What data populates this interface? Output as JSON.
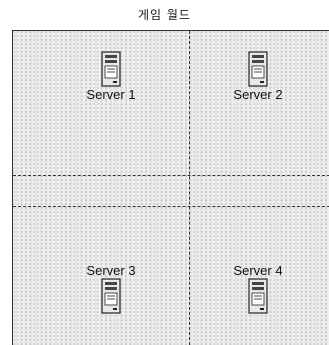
{
  "title": "게임 월드",
  "servers": [
    {
      "label": "Server 1",
      "icon": "server-tower-icon"
    },
    {
      "label": "Server 2",
      "icon": "server-tower-icon"
    },
    {
      "label": "Server 3",
      "icon": "server-tower-icon"
    },
    {
      "label": "Server 4",
      "icon": "server-tower-icon"
    }
  ]
}
